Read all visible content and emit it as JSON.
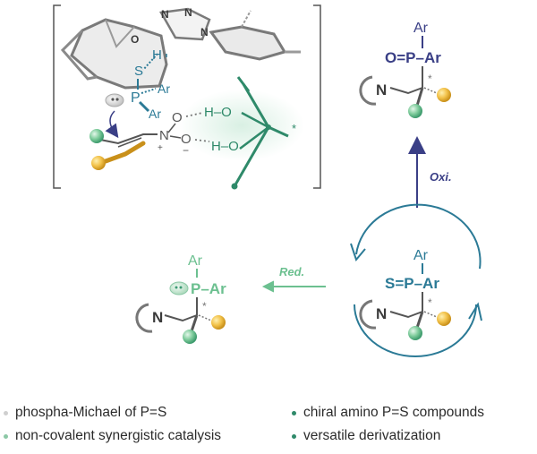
{
  "colors": {
    "teal": "#2b7a96",
    "navy": "#3a3f86",
    "green": "#3c9a74",
    "light_green": "#6cc090",
    "gray": "#8a8a8a",
    "dark_gray": "#3a3a3a",
    "yellow": "#e8b43a"
  },
  "inset": {
    "n1": "N",
    "n2": "N",
    "n3": "N",
    "o_ring": "O",
    "s": "S",
    "h_s": "H",
    "p": "P",
    "ar1": "Ar",
    "ar2": "Ar",
    "o_nitro1": "O",
    "o_nitro2": "O",
    "n_nitro": "N",
    "plus": "+",
    "minus": "−",
    "h_o1": "H–O",
    "h_o2": "H–O",
    "star": "*"
  },
  "top_right": {
    "ar_top": "Ar",
    "oxide": "O=P–Ar",
    "n": "N",
    "star": "*"
  },
  "middle_right": {
    "ar_top": "Ar",
    "sulfide": "S=P–Ar",
    "n": "N",
    "star": "*"
  },
  "left": {
    "ar_top": "Ar",
    "phosphine": "P–Ar",
    "n": "N",
    "star": "*"
  },
  "arrows": {
    "oxi": "Oxi.",
    "red": "Red."
  },
  "legend": [
    {
      "text": "phospha-Michael of P=S",
      "color": "#cfcfcf"
    },
    {
      "text": "chiral amino P=S compounds",
      "color": "#2f8a6a"
    },
    {
      "text": "non-covalent synergistic catalysis",
      "color": "#8cc8a6"
    },
    {
      "text": "versatile derivatization",
      "color": "#2f8a6a"
    }
  ]
}
